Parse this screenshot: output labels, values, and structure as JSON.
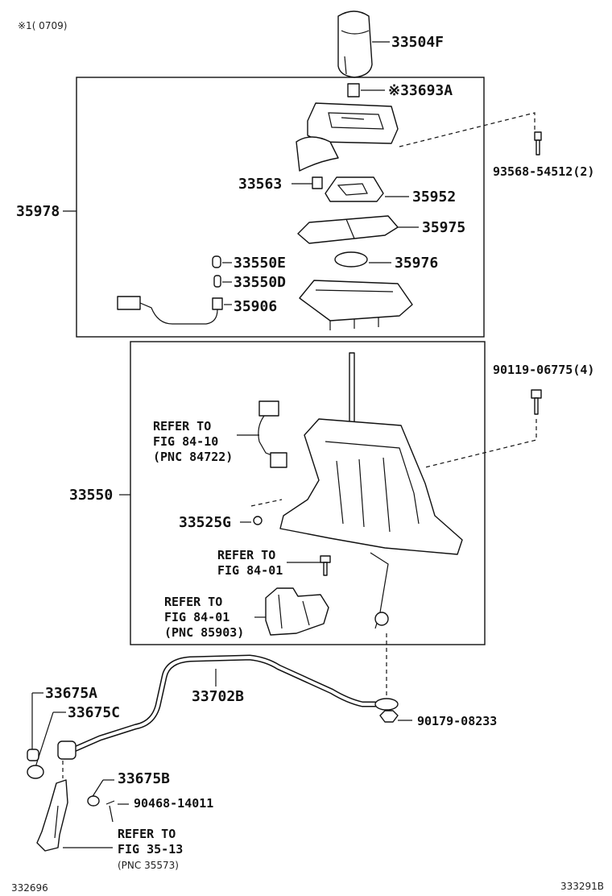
{
  "header_note": "※1(     0709)",
  "parts": {
    "p33504F": "33504F",
    "p33693A": "※33693A",
    "p93568": "93568-54512(2)",
    "p35978": "35978",
    "p33563": "33563",
    "p35952": "35952",
    "p35975": "35975",
    "p33550E": "33550E",
    "p35976": "35976",
    "p33550D": "33550D",
    "p35906": "35906",
    "p90119": "90119-06775(4)",
    "p33550": "33550",
    "p33525G": "33525G",
    "p33675A": "33675A",
    "p33675C": "33675C",
    "p33702B": "33702B",
    "p90179": "90179-08233",
    "p33675B": "33675B",
    "p90468": "90468-14011"
  },
  "refs": {
    "r1": {
      "line1": "REFER TO",
      "line2": "FIG 84-10",
      "line3": "(PNC 84722)"
    },
    "r2": {
      "line1": "REFER TO",
      "line2": "FIG 84-01"
    },
    "r3": {
      "line1": "REFER TO",
      "line2": "FIG 84-01",
      "line3": "(PNC 85903)"
    },
    "r4": {
      "line1": "REFER TO",
      "line2": "FIG 35-13",
      "line3": "(PNC 35573)"
    }
  },
  "footer": {
    "left_code": "332696",
    "right_code": "333291B"
  }
}
